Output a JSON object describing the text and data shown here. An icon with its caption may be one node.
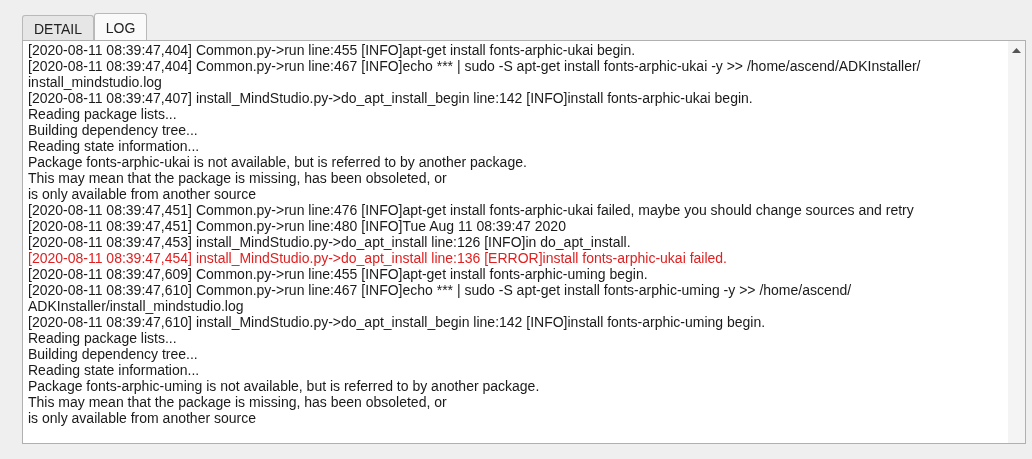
{
  "diagram": {
    "nodes": [
      {
        "text": [
          "DETAIL"
        ]
      },
      {
        "text": [
          "LOG"
        ]
      },
      {
        "text": [
          "[2020-08-11 08:39:47,404] Common.py->run line:455 [INFO]apt-get install fonts-arphic-ukai begin.",
          "[2020-08-11 08:39:47,404] Common.py->run line:467 [INFO]echo *** | sudo -S apt-get install fonts-arphic-ukai -y >> /home/ascend/ADKInstaller/ install_mindstudio.log",
          "[2020-08-11 08:39:47,407] install_MindStudio.py->do_apt_install_begin line:142 [INFO]install fonts-arphic-ukai begin.",
          "Reading package lists...",
          "Building dependency tree...",
          "Reading state information...",
          "Package fonts-arphic-ukai is not available, but is referred to by another package.",
          "This may mean that the package is missing, has been obsoleted, or",
          "is only available from another source",
          "[2020-08-11 08:39:47,451] Common.py->run line:476 [INFO]apt-get install fonts-arphic-ukai failed, maybe you should change sources and retry",
          "[2020-08-11 08:39:47,451] Common.py->run line:480 [INFO]Tue Aug 11 08:39:47 2020",
          "[2020-08-11 08:39:47,453] install_MindStudio.py->do_apt_install line:126 [INFO]in do_apt_install.",
          "[2020-08-11 08:39:47,454] install_MindStudio.py->do_apt_install line:136 [ERROR]install fonts-arphic-ukai failed.",
          "[2020-08-11 08:39:47,609] Common.py->run line:455 [INFO]apt-get install fonts-arphic-uming begin.",
          "[2020-08-11 08:39:47,610] Common.py->run line:467 [INFO]echo *** | sudo -S apt-get install fonts-arphic-uming -y >> /home/ascend/ ADKInstaller/install_mindstudio.log",
          "[2020-08-11 08:39:47,610] install_MindStudio.py->do_apt_install_begin line:142 [INFO]install fonts-arphic-uming begin.",
          "Reading package lists...",
          "Building dependency tree...",
          "Reading state information...",
          "Package fonts-arphic-uming is not available, but is referred to by another package.",
          "This may mean that the package is missing, has been obsoleted, or",
          "is only available from another source"
        ]
      }
    ]
  }
}
